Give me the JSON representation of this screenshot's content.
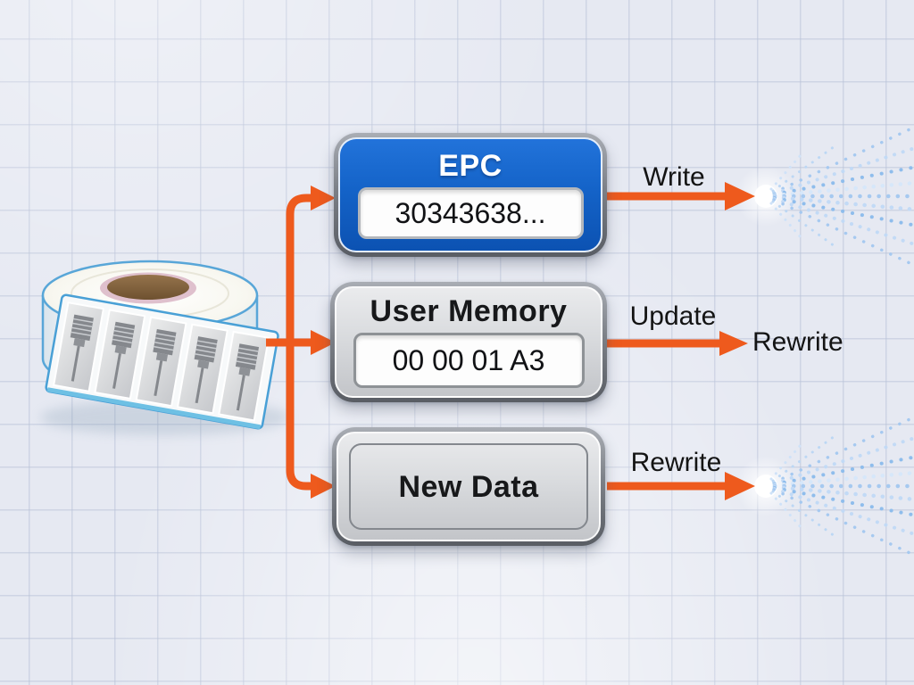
{
  "diagram": {
    "subject": "RFID tag memory write flow",
    "source": {
      "icon": "rfid-label-roll-icon",
      "description": "roll of RFID inlay labels"
    },
    "banks": [
      {
        "id": "epc",
        "title": "EPC",
        "value": "30343638...",
        "style": "blue"
      },
      {
        "id": "user-memory",
        "title": "User Memory",
        "value": "00 00 01 A3",
        "style": "gray"
      },
      {
        "id": "new-data",
        "title": "New Data",
        "style": "gray"
      }
    ],
    "flows": [
      {
        "bank": "epc",
        "label": "Write"
      },
      {
        "bank": "user-memory",
        "label": "Update",
        "result_label": "Rewrite"
      },
      {
        "bank": "new-data",
        "label": "Rewrite"
      }
    ],
    "colors": {
      "accent_orange": "#ee5a1d",
      "epc_blue": "#1463c8",
      "box_gray_fill": "#d9dbde",
      "box_border_gray": "#7c8087",
      "background": "#e6e9f2",
      "grid_line": "#b6c0d6",
      "burst_blue": "#a6c9f0",
      "strip_outline_blue": "#49a0d6",
      "core_brown": "#83623c",
      "text_black": "#141414"
    }
  }
}
